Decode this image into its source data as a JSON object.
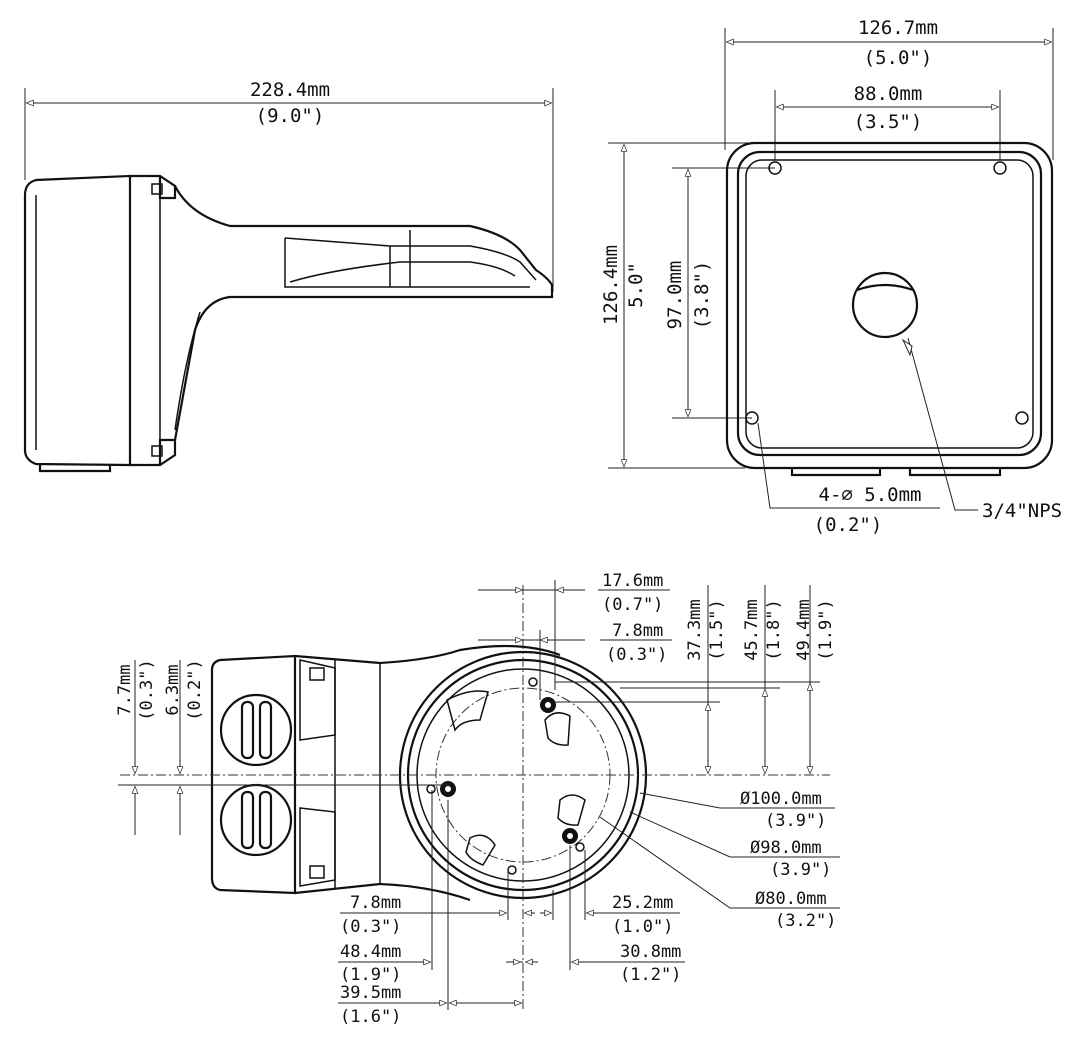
{
  "side_view": {
    "width_mm": "228.4mm",
    "width_in": "(9.0\")"
  },
  "back_view": {
    "width_mm": "126.7mm",
    "width_in": "(5.0\")",
    "hole_span_mm": "88.0mm",
    "hole_span_in": "(3.5\")",
    "height_mm": "126.4mm",
    "height_in": "5.0\"",
    "hole_vspan_mm": "97.0mm",
    "hole_vspan_in": "(3.8\")",
    "hole_spec_mm": "4-∅ 5.0mm",
    "hole_spec_in": "(0.2\")",
    "thread_label": "3/4\"NPS"
  },
  "bottom_view": {
    "d1_mm": "17.6mm",
    "d1_in": "(0.7\")",
    "d2_mm": "7.8mm",
    "d2_in": "(0.3\")",
    "v1_mm": "37.3mm",
    "v1_in": "(1.5\")",
    "v2_mm": "45.7mm",
    "v2_in": "(1.8\")",
    "v3_mm": "49.4mm",
    "v3_in": "(1.9\")",
    "l1_mm": "7.7mm",
    "l1_in": "(0.3\")",
    "l2_mm": "6.3mm",
    "l2_in": "(0.2\")",
    "dia100_mm": "Ø100.0mm",
    "dia100_in": "(3.9\")",
    "dia98_mm": "Ø98.0mm",
    "dia98_in": "(3.9\")",
    "dia80_mm": "Ø80.0mm",
    "dia80_in": "(3.2\")",
    "b1_mm": "7.8mm",
    "b1_in": "(0.3\")",
    "b2_mm": "25.2mm",
    "b2_in": "(1.0\")",
    "b3_mm": "48.4mm",
    "b3_in": "(1.9\")",
    "b4_mm": "30.8mm",
    "b4_in": "(1.2\")",
    "b5_mm": "39.5mm",
    "b5_in": "(1.6\")"
  }
}
